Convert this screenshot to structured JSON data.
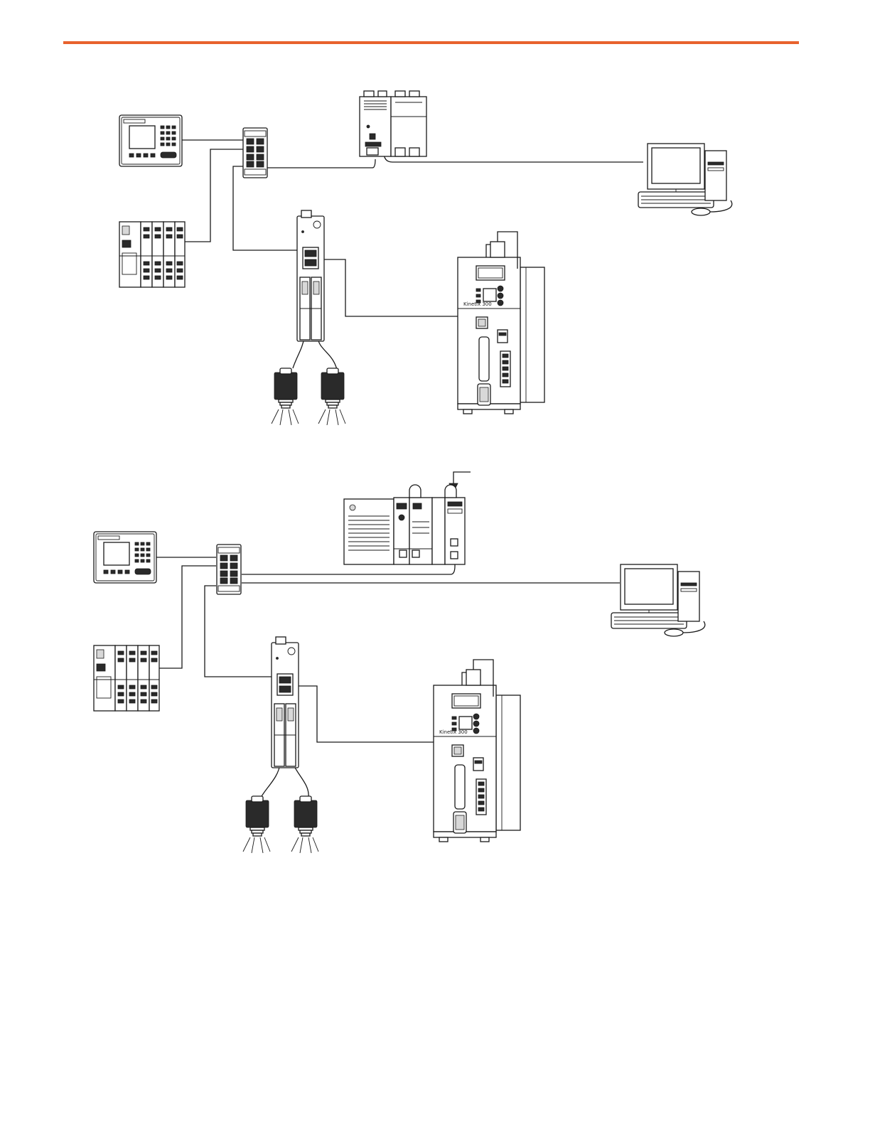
{
  "colors": {
    "rule": "#e8622d",
    "line": "#1a1a1a"
  },
  "diagrams": [
    {
      "name": "top-network",
      "devices": [
        "hmi-terminal",
        "ethernet-switch",
        "power-controller",
        "io-adapter",
        "workstation",
        "camera-interface",
        "camera",
        "camera",
        "servo-drive"
      ]
    },
    {
      "name": "bottom-network",
      "devices": [
        "hmi-terminal",
        "ethernet-switch",
        "controller-chassis",
        "io-adapter",
        "workstation",
        "camera-interface",
        "camera",
        "camera",
        "servo-drive"
      ]
    }
  ],
  "labels": {
    "drive_model": "Kinetix 300"
  }
}
